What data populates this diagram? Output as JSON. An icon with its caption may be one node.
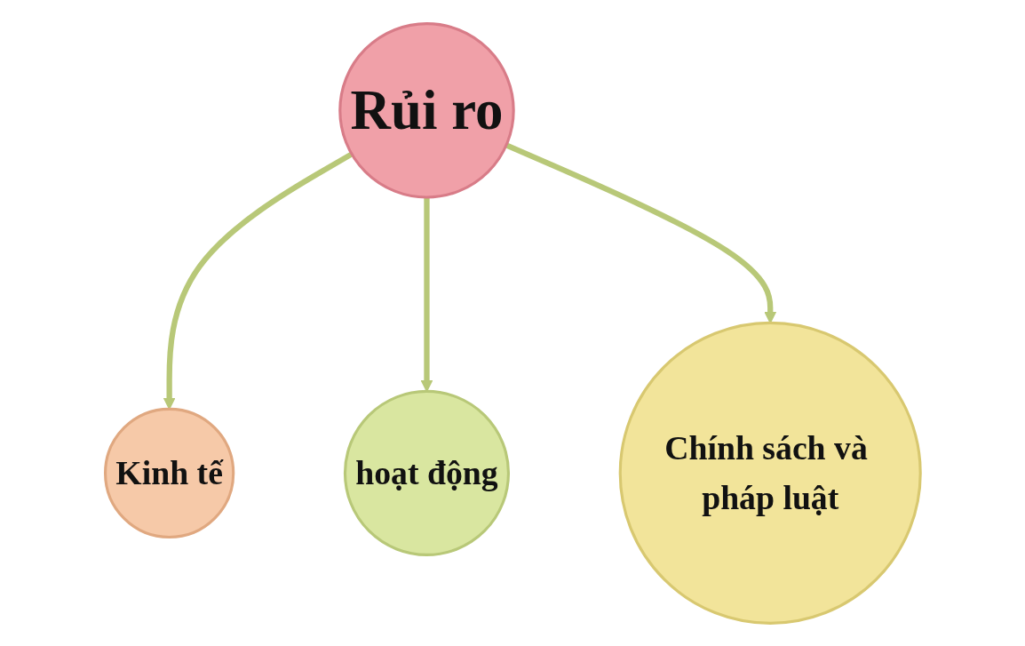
{
  "diagram": {
    "nodes": [
      {
        "text": [
          "Kinh tế"
        ]
      },
      {
        "text": [
          "hoạt động"
        ]
      },
      {
        "text": [
          "Rủi ro"
        ]
      },
      {
        "text": [
          "Chính sách và pháp luật"
        ]
      }
    ],
    "edges": [
      {
        "from": 2,
        "to": 0,
        "arrow": "to"
      },
      {
        "from": 2,
        "to": 1,
        "arrow": "to"
      },
      {
        "from": 2,
        "to": 3,
        "arrow": "to"
      }
    ]
  }
}
